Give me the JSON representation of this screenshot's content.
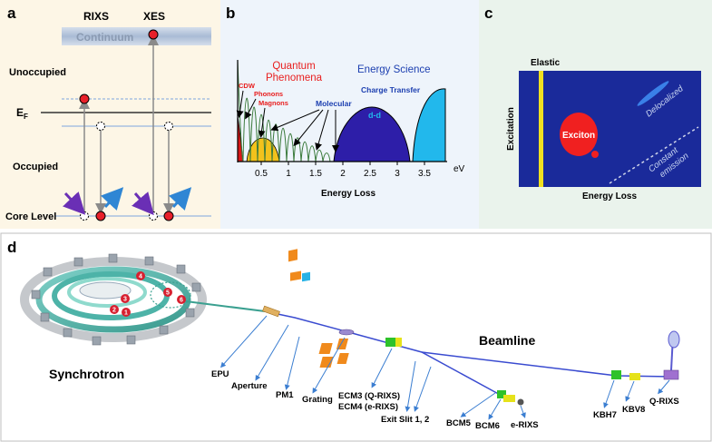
{
  "panels": {
    "a": {
      "label": "a",
      "rixs": "RIXS",
      "xes": "XES",
      "continuum": "Continuum",
      "unoccupied": "Unoccupied",
      "fermi": "E",
      "fermi_sub": "F",
      "occupied": "Occupied",
      "core_level": "Core Level",
      "colors": {
        "background": "#fdf6e6",
        "continuum_band": "#b7c6dc",
        "electron": "#e8202a",
        "incoming_photon": "#6a2fb5",
        "outgoing_photon": "#2f86d4"
      }
    },
    "b": {
      "label": "b",
      "quantum_title_1": "Quantum",
      "quantum_title_2": "Phenomena",
      "energy_science": "Energy Science",
      "cdw": "CDW",
      "phonons": "Phonons",
      "magnons": "Magnons",
      "molecular": "Molecular",
      "charge_transfer": "Charge Transfer",
      "dd": "d-d",
      "unit": "eV",
      "xlabel": "Energy Loss",
      "ticks": [
        "0.5",
        "1",
        "1.5",
        "2",
        "2.5",
        "3",
        "3.5"
      ],
      "colors": {
        "background": "#eef4fb",
        "quantum_text": "#e82020",
        "energy_text": "#1c3fb0",
        "dd_fill": "#2d1ea8",
        "ct_fill": "#22b8ec",
        "phonon_fill": "#f2c21c",
        "cdw_fill": "#d81818"
      }
    },
    "c": {
      "label": "c",
      "elastic": "Elastic",
      "exciton": "Exciton",
      "delocalized": "Delocalized",
      "constant_1": "Constant",
      "constant_2": "emission",
      "ylabel": "Excitation",
      "xlabel": "Energy Loss",
      "colors": {
        "background": "#eaf3ec",
        "map": "#1a2a9a",
        "elastic": "#f0e020",
        "exciton": "#f02020",
        "delocalized": "#3a80e8"
      }
    },
    "d": {
      "label": "d",
      "synchrotron": "Synchrotron",
      "beamline": "Beamline",
      "ring_numbers": [
        "1",
        "2",
        "3",
        "4",
        "5",
        "6"
      ],
      "components": [
        "EPU",
        "Aperture",
        "PM1",
        "Grating",
        "ECM3 (Q-RIXS)",
        "ECM4 (e-RIXS)",
        "Exit Slit 1, 2",
        "BCM5",
        "BCM6",
        "e-RIXS",
        "KBH7",
        "KBV8",
        "Q-RIXS"
      ],
      "colors": {
        "border": "#bfbfbf",
        "beam": "#3a4bd0",
        "mirror_orange": "#f08a1c",
        "mirror_cyan": "#27b2e6",
        "mirror_green": "#2ec22a",
        "mirror_yellow": "#e6e21a",
        "pointer": "#3b7ed1"
      }
    }
  }
}
